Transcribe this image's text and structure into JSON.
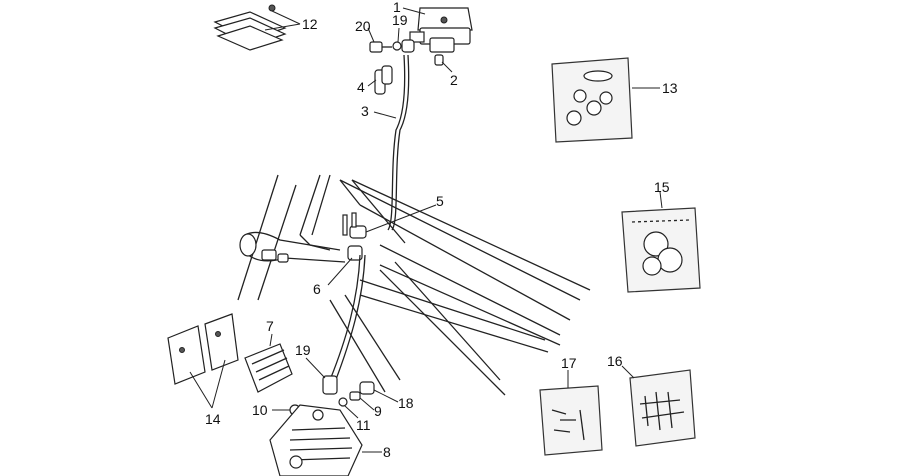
{
  "diagram": {
    "callouts": [
      "1",
      "2",
      "3",
      "4",
      "5",
      "6",
      "7",
      "8",
      "9",
      "10",
      "11",
      "12",
      "13",
      "14",
      "15",
      "16",
      "17",
      "18",
      "19",
      "19",
      "20"
    ]
  }
}
